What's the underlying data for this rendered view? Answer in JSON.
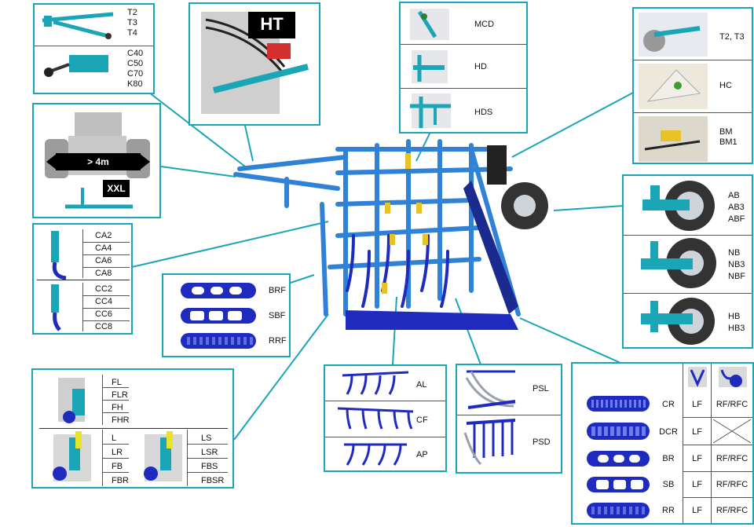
{
  "colors": {
    "accent": "#1aa6b7",
    "machine": "#2f82d6",
    "rotor": "#1f2bbf"
  },
  "hitch": {
    "top_labels": [
      "T2",
      "T3",
      "T4"
    ],
    "bottom_labels": [
      "C40",
      "C50",
      "C70",
      "K80"
    ]
  },
  "hydraulic": {
    "badge": "HT"
  },
  "markers": {
    "rows": [
      {
        "label": "MCD"
      },
      {
        "label": "HD"
      },
      {
        "label": "HDS"
      }
    ]
  },
  "lighting": {
    "rows": [
      {
        "label": "T2, T3"
      },
      {
        "label": "HC"
      },
      {
        "label": "BM\nBM1"
      }
    ]
  },
  "transport": {
    "width_label": "> 4m",
    "xxl_label": "XXL"
  },
  "tines": {
    "ca": [
      "CA2",
      "CA4",
      "CA6",
      "CA8"
    ],
    "cc": [
      "CC2",
      "CC4",
      "CC6",
      "CC8"
    ]
  },
  "front_rollers": {
    "rows": [
      {
        "label": "BRF"
      },
      {
        "label": "SBF"
      },
      {
        "label": "RRF"
      }
    ]
  },
  "wheels": {
    "rows": [
      {
        "label": "AB\nAB3\nABF"
      },
      {
        "label": "NB\nNB3\nNBF"
      },
      {
        "label": "HB\nHB3"
      }
    ]
  },
  "levelling": {
    "top": [
      "FL",
      "FLR",
      "FH",
      "FHR"
    ],
    "mid": [
      "L",
      "LR",
      "FB",
      "FBR"
    ],
    "right": [
      "LS",
      "LSR",
      "FBS",
      "FBSR"
    ]
  },
  "shares": {
    "rows": [
      {
        "label": "AL"
      },
      {
        "label": "CF"
      },
      {
        "label": "AP"
      }
    ]
  },
  "harrows": {
    "rows": [
      {
        "label": "PSL"
      },
      {
        "label": "PSD"
      }
    ]
  },
  "rear_rollers": {
    "rows": [
      {
        "code": "CR",
        "c1": "LF",
        "c2": "RF/RFC"
      },
      {
        "code": "DCR",
        "c1": "LF",
        "c2": ""
      },
      {
        "code": "BR",
        "c1": "LF",
        "c2": "RF/RFC"
      },
      {
        "code": "SB",
        "c1": "LF",
        "c2": "RF/RFC"
      },
      {
        "code": "RR",
        "c1": "LF",
        "c2": "RF/RFC"
      }
    ]
  }
}
